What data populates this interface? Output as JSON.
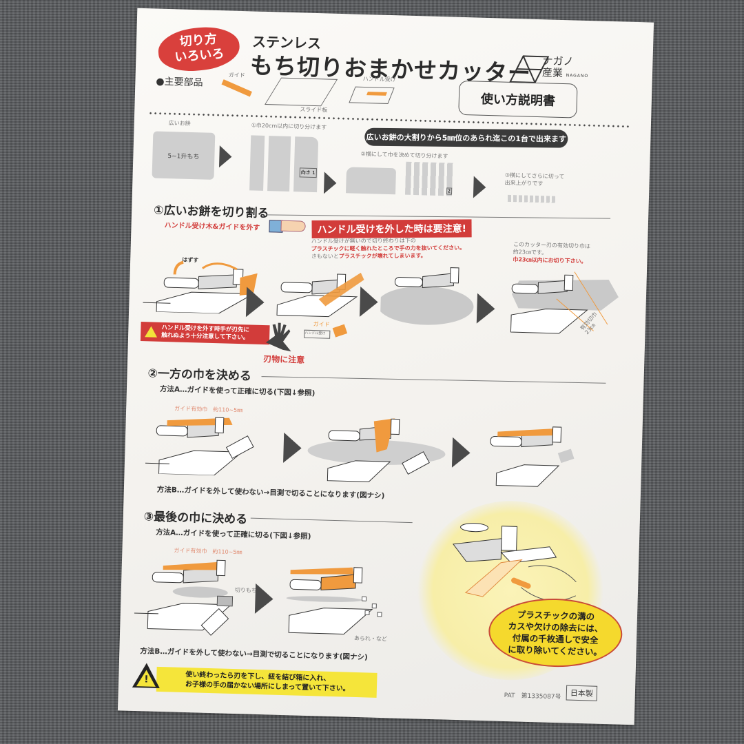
{
  "header": {
    "badge": [
      "切り方",
      "いろいろ"
    ],
    "subtitle": "ステンレス",
    "title": "もち切りおまかせカッター",
    "logo": {
      "line1": "ナガノ",
      "line2": "産業",
      "romaji": "NAGANO"
    },
    "manual_label": "使い方説明書",
    "parts_label": "●主要部品",
    "parts": [
      "ガイド",
      "スライド板",
      "ハンドル受け"
    ]
  },
  "overview": {
    "banner": "広いお餅の大割りから5㎜位のあられ迄この1台で出来ます",
    "step0_label": "広いお餅",
    "step0_inner": "5~1升もち",
    "step1_label": "①巾20cm以内に切り分けます",
    "step1_tag": "向き 1",
    "step2_label": "②横にして巾を決めて切り分けます",
    "step2_tag": "2",
    "step3_label": [
      "③横にしてさらに切って",
      "出来上がりです"
    ]
  },
  "section1": {
    "heading": "①広いお餅を切り割る",
    "sub": "ハンドル受け木&ガイドを外す",
    "remove_label": "はずす",
    "caution_banner": "ハンドル受けを外した時は要注意!",
    "caution_lines": [
      {
        "plain": "ハンドル受けが無いので切り終わりは下の",
        "red": ""
      },
      {
        "plain": "",
        "red": "プラスチックに軽く触れたところで手の力を抜いてください。"
      },
      {
        "plain": "さもないと",
        "red": "プラスチックが壊れてしまいます。"
      }
    ],
    "width_note": [
      "このカッター刃の有効切り巾は",
      "約23㎝です。"
    ],
    "width_note_red": "巾23㎝以内にお切り下さい。",
    "width_dim": [
      "有効切巾",
      "23㎝"
    ],
    "warning": [
      "ハンドル受けを外す時手が刃先に",
      "触れぬよう十分注意して下さい。"
    ],
    "guide_label": "ガイド",
    "handle_label": "ハンドル受け",
    "blade_caution": "刃物に注意"
  },
  "section2": {
    "heading": "②一方の巾を決める",
    "method_a": "方法A…ガイドを使って正確に切る(下図↓参照)",
    "guide_width": "ガイド有効巾　約110~5㎜",
    "method_b": "方法B…ガイドを外して使わない→目測で切ることになります(図ナシ)"
  },
  "section3": {
    "heading": "③最後の巾に決める",
    "method_a": "方法A…ガイドを使って正確に切る(下図↓参照)",
    "guide_width": "ガイド有効巾　約110~5㎜",
    "cut_mochi": "切りもち",
    "arare": "あられ・など",
    "method_b": "方法B…ガイドを外して使わない→目測で切ることになります(図ナシ)",
    "tip": [
      "プラスチックの溝の",
      "カスや欠けの除去には、",
      "付属の千枚通しで安全",
      "に取り除いてください。"
    ]
  },
  "footer": {
    "warning": [
      "使い終わったら刃を下し、紐を結び箱に入れ、",
      "お子様の手の届かない場所にしまって置いて下さい。"
    ],
    "patent": "PAT　第1335087号",
    "made_in": "日本製"
  },
  "colors": {
    "accent_red": "#d23c3a",
    "orange": "#f09a3e",
    "yellow": "#f5e53a",
    "dark": "#3a3a3a"
  }
}
